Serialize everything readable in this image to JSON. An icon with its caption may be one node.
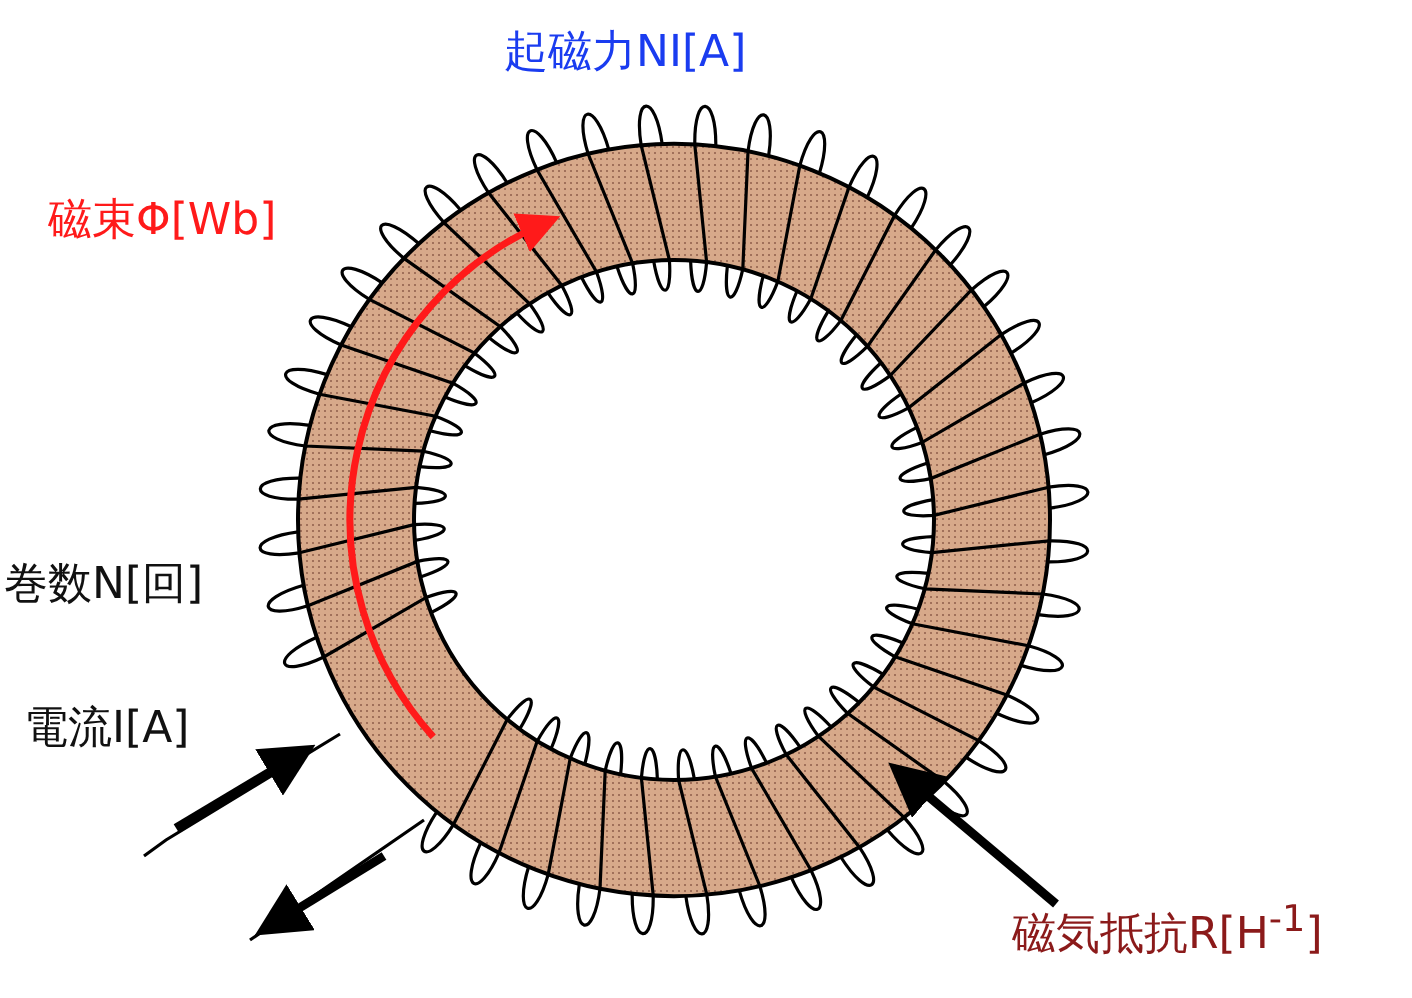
{
  "diagram": {
    "nodes": [
      {
        "text": [],
        "shape": "ring"
      },
      {
        "text": [
          "磁気抵抗R[H$^{-1}$]"
        ]
      }
    ],
    "edges": [
      {
        "from": 1,
        "to": 0,
        "arrow": "to"
      }
    ],
    "labels": [
      "起磁力NI[A]",
      "磁束Φ[Wb]",
      "巻数N[回]",
      "電流I[A]"
    ]
  }
}
